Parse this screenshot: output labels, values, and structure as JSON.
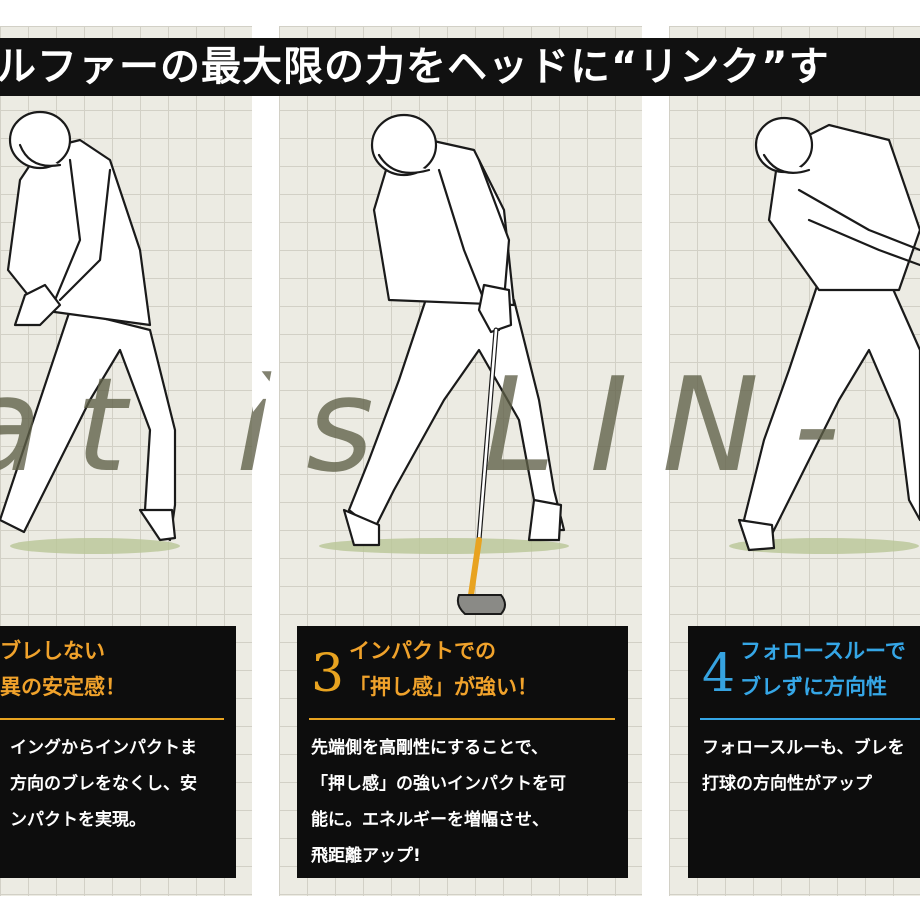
{
  "banner": {
    "text": "ルファーの最大限の力をヘッドに“リンク”す"
  },
  "watermark": {
    "text": "at is LIN-"
  },
  "cards": [
    {
      "number": "",
      "title_line1": "ブレしない",
      "title_line2": "異の安定感！",
      "body_line1": "イングからインパクトま",
      "body_line2": "方向のブレをなくし、安",
      "body_line3": "ンパクトを実現。",
      "body_line4": ""
    },
    {
      "number": "3",
      "title_line1": "インパクトでの",
      "title_line2": "「押し感」が強い！",
      "body_line1": "先端側を高剛性にすることで、",
      "body_line2": "「押し感」の強いインパクトを可",
      "body_line3": "能に。エネルギーを増幅させ、",
      "body_line4": "飛距離アップ!"
    },
    {
      "number": "4",
      "title_line1": "フォロースルーで",
      "title_line2": "ブレずに方向性",
      "body_line1": "フォロースルーも、ブレを",
      "body_line2": "打球の方向性がアップ",
      "body_line3": "",
      "body_line4": ""
    }
  ],
  "colors": {
    "panel_bg": "#ecebe3",
    "grid": "#d2d0c6",
    "banner_bg": "#111111",
    "box_bg": "#0d0d0d",
    "accent_orange": "#f0a22b",
    "accent_blue": "#35a6e6",
    "ground": "#b9c596",
    "club_grip": "#e8a320"
  }
}
